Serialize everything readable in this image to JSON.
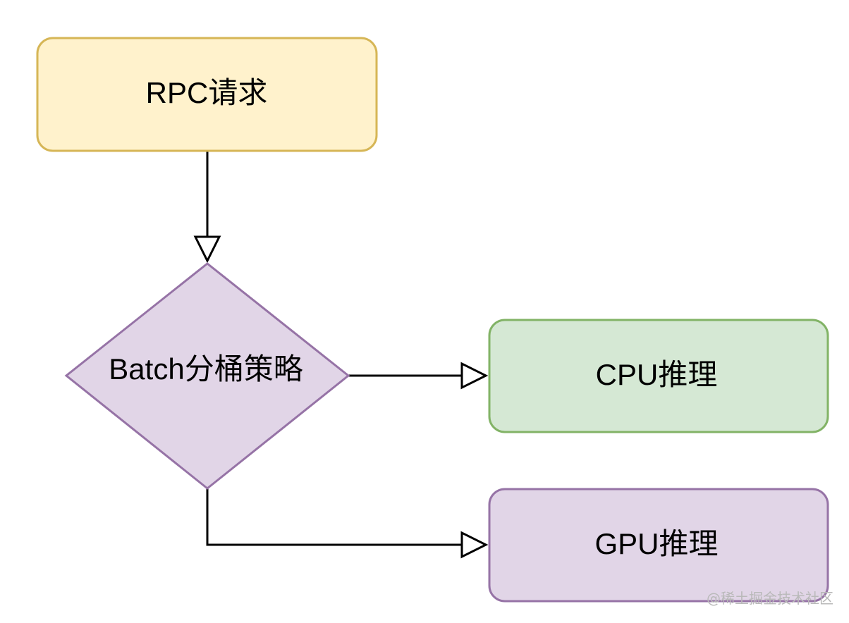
{
  "nodes": {
    "rpc": {
      "label": "RPC请求",
      "fill": "#fff2cc",
      "stroke": "#d6b656"
    },
    "batch": {
      "label": "Batch分桶策略",
      "fill": "#e1d5e7",
      "stroke": "#9673a6"
    },
    "cpu": {
      "label": "CPU推理",
      "fill": "#d5e8d4",
      "stroke": "#82b366"
    },
    "gpu": {
      "label": "GPU推理",
      "fill": "#e1d5e7",
      "stroke": "#9673a6"
    }
  },
  "edges": [
    {
      "from": "rpc",
      "to": "batch"
    },
    {
      "from": "batch",
      "to": "cpu"
    },
    {
      "from": "batch",
      "to": "gpu"
    }
  ],
  "watermark": "@稀土掘金技术社区"
}
